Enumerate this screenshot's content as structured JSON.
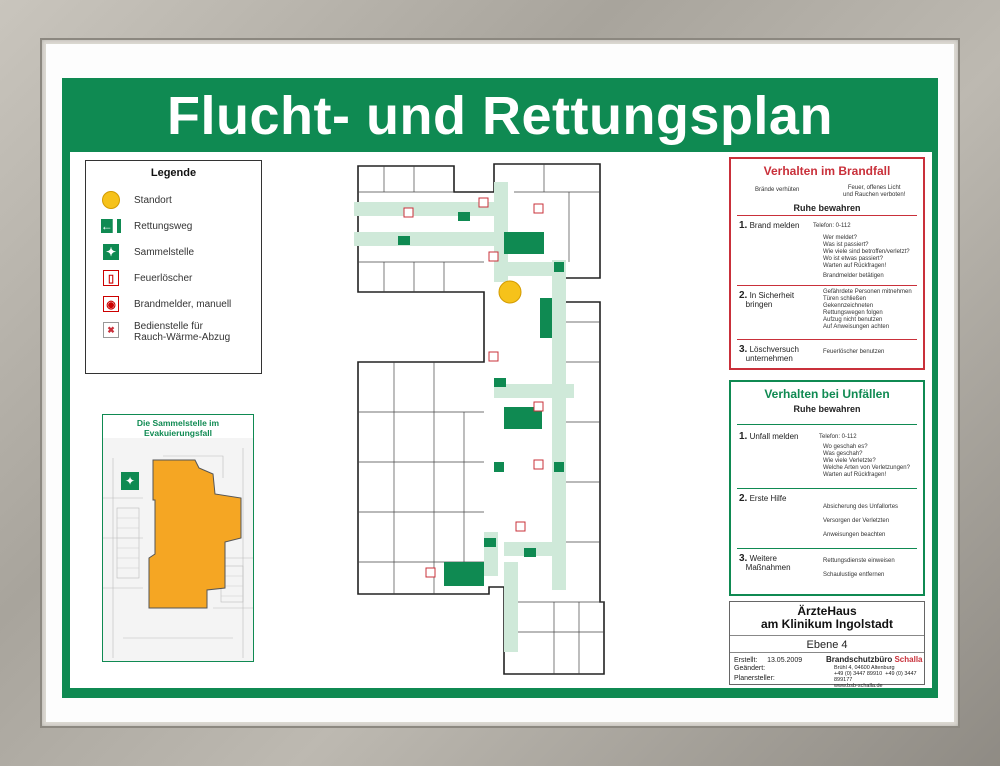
{
  "title": "Flucht- und Rettungsplan",
  "legend": {
    "heading": "Legende",
    "items": [
      {
        "label": "Standort",
        "icon": "location-dot-icon"
      },
      {
        "label": "Rettungsweg",
        "icon": "escape-route-arrow-icon"
      },
      {
        "label": "Sammelstelle",
        "icon": "assembly-point-icon"
      },
      {
        "label": "Feuerlöscher",
        "icon": "fire-extinguisher-icon"
      },
      {
        "label": "Brandmelder, manuell",
        "icon": "fire-alarm-icon"
      },
      {
        "label": "Bedienstelle für",
        "label2": "Rauch-Wärme-Abzug",
        "icon": "smoke-vent-icon"
      }
    ]
  },
  "assembly": {
    "caption1": "Die Sammelstelle im",
    "caption2": "Evakuierungsfall"
  },
  "fire": {
    "heading": "Verhalten im Brandfall",
    "sub_left": "Brände verhüten",
    "sub_right1": "Feuer, offenes Licht",
    "sub_right2": "und Rauchen verboten!",
    "calm": "Ruhe bewahren",
    "s1_num": "1.",
    "s1_title": "Brand melden",
    "s1_phone": "Telefon: 0-112",
    "s1_lines": [
      "Wer meldet?",
      "Was ist passiert?",
      "Wie viele sind betroffen/verletzt?",
      "Wo ist etwas passiert?",
      "Warten auf Rückfragen!"
    ],
    "s1_alarm": "Brandmelder betätigen",
    "s2_num": "2.",
    "s2_title1": "In Sicherheit",
    "s2_title2": "bringen",
    "s2_lines": [
      "Gefährdete Personen mitnehmen",
      "Türen schließen",
      "Gekennzeichneten",
      "Rettungswegen folgen",
      "Aufzug nicht benutzen",
      "Auf Anweisungen achten"
    ],
    "s3_num": "3.",
    "s3_title1": "Löschversuch",
    "s3_title2": "unternehmen",
    "s3_line": "Feuerlöscher benutzen"
  },
  "accident": {
    "heading": "Verhalten bei Unfällen",
    "calm": "Ruhe bewahren",
    "s1_num": "1.",
    "s1_title": "Unfall melden",
    "s1_phone": "Telefon: 0-112",
    "s1_lines": [
      "Wo geschah es?",
      "Was geschah?",
      "Wie viele Verletzte?",
      "Welche Arten von Verletzungen?",
      "Warten auf Rückfragen!"
    ],
    "s2_num": "2.",
    "s2_title": "Erste Hilfe",
    "s2_lines": [
      "Absicherung des Unfallortes",
      "Versorgen der Verletzten",
      "Anweisungen beachten"
    ],
    "s3_num": "3.",
    "s3_title1": "Weitere",
    "s3_title2": "Maßnahmen",
    "s3_lines": [
      "Rettungsdienste einweisen",
      "Schaulustige entfernen"
    ]
  },
  "info": {
    "name1": "ÄrzteHaus",
    "name2": "am Klinikum Ingolstadt",
    "level": "Ebene 4",
    "created_label": "Erstellt:",
    "created_date": "13.05.2009",
    "changed_label": "Geändert:",
    "planner_label": "Planersteller:",
    "company1": "Brandschutzbüro",
    "company2": "Schalla",
    "address": "Brühl 4, 04600 Altenburg",
    "phone": "+49 (0) 3447 89910",
    "fax": "+49 (0) 3447 899177",
    "web": "www.bsb-schalla.de"
  },
  "colors": {
    "green": "#0f8a52",
    "red": "#c9303a",
    "orange": "#f5a623",
    "location": "#f6c21a"
  }
}
